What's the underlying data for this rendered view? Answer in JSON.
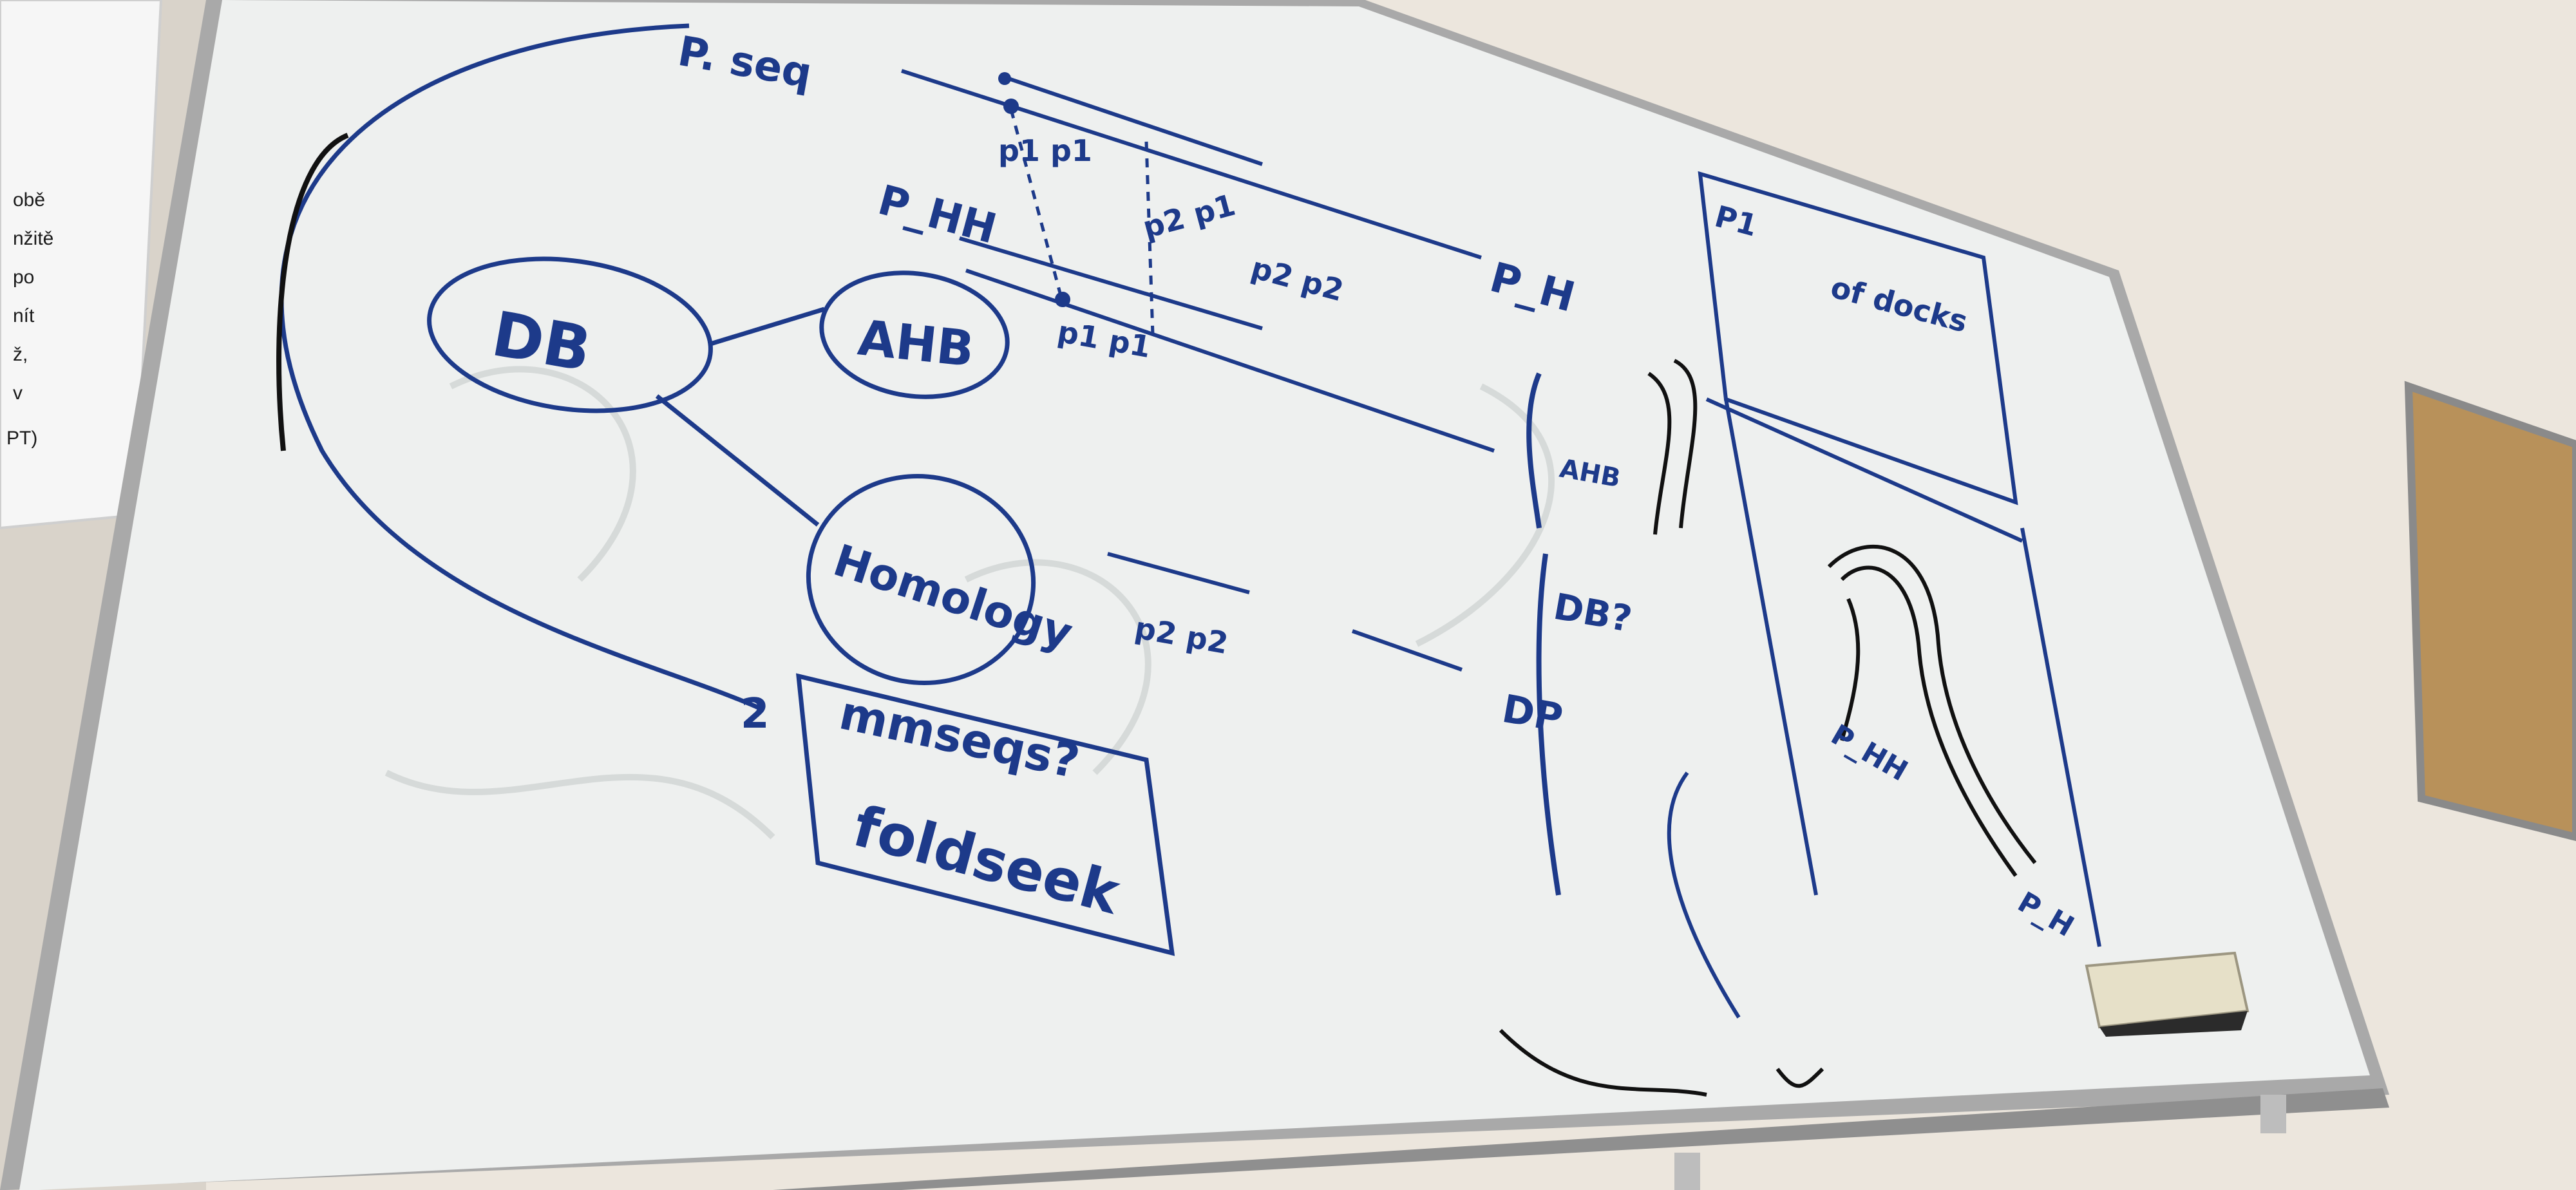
{
  "colors": {
    "wall": "#ece6dd",
    "board": "#eef0ef",
    "frame": "#9a9a9a",
    "marker_blue": "#1d3a8a",
    "marker_black": "#111111",
    "corkboard": "#b8915a",
    "paper": "#f6f6f6"
  },
  "paper_note": {
    "lines": [
      "obě",
      "nžitě",
      "po",
      "nít",
      "ž,",
      "v",
      "PT)"
    ]
  },
  "whiteboard": {
    "top_labels": {
      "p_seq": "P. seq",
      "p_hh": "P_HH",
      "p_h": "P_H"
    },
    "nodes": {
      "db": "DB",
      "ahb": "AHB",
      "homology": "Homology",
      "mmseqs_foldseek_line1": "mmseqs?",
      "mmseqs_foldseek_line2": "foldseek",
      "badge": "2"
    },
    "segment_labels": {
      "top_seq": [
        "p1 p1",
        "p2 p1",
        "p2 p2"
      ],
      "mid_seq": [
        "p1 p1"
      ],
      "homology_seq": [
        "p2 p2"
      ]
    },
    "right_panel": {
      "label_p_box": "P1",
      "label_dock": "of docks",
      "label_ahb": "AHB",
      "label_db": "DB?",
      "label_dp": "DP",
      "label_phh": "P_HH",
      "label_ph": "P_H"
    }
  },
  "eraser": {
    "icon": "eraser-icon"
  }
}
